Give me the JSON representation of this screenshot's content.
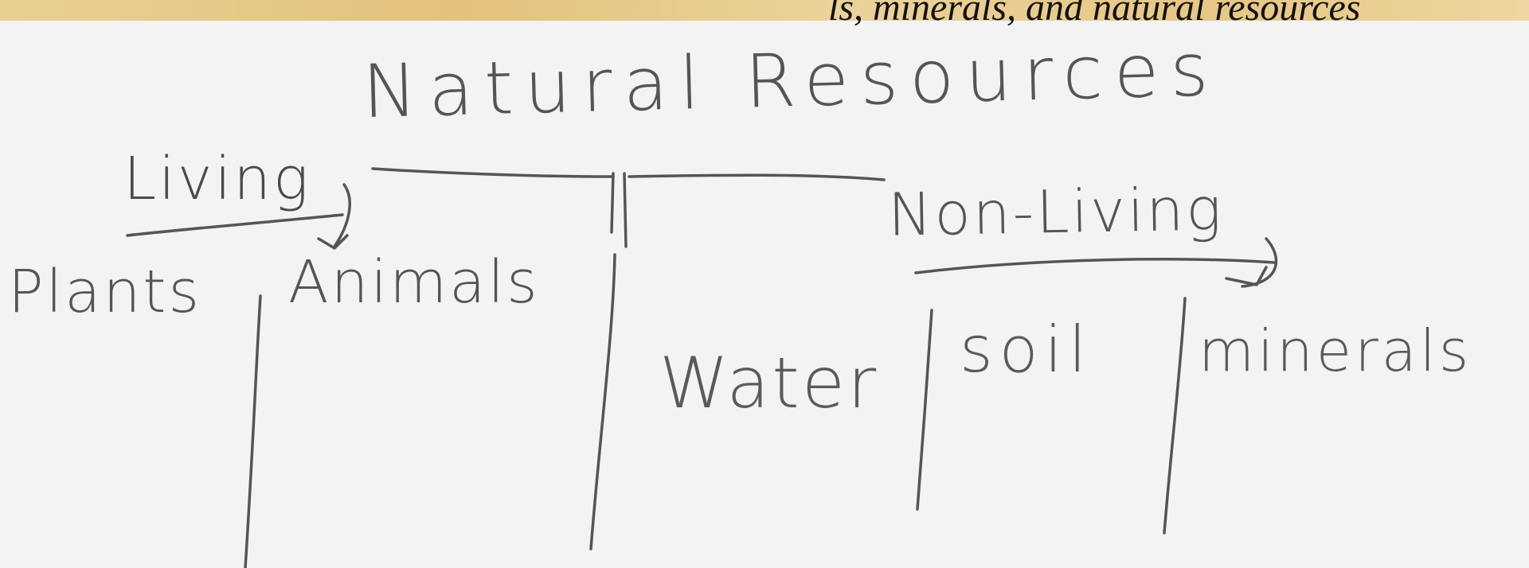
{
  "printed_header": {
    "text": "ls, minerals, and natural resources"
  },
  "diagram": {
    "title": "Natural Resources",
    "branches": [
      {
        "label": "Living",
        "items": [
          "Plants",
          "Animals"
        ]
      },
      {
        "label": "Non-Living",
        "items": [
          "Water",
          "soil",
          "minerals"
        ]
      }
    ]
  }
}
